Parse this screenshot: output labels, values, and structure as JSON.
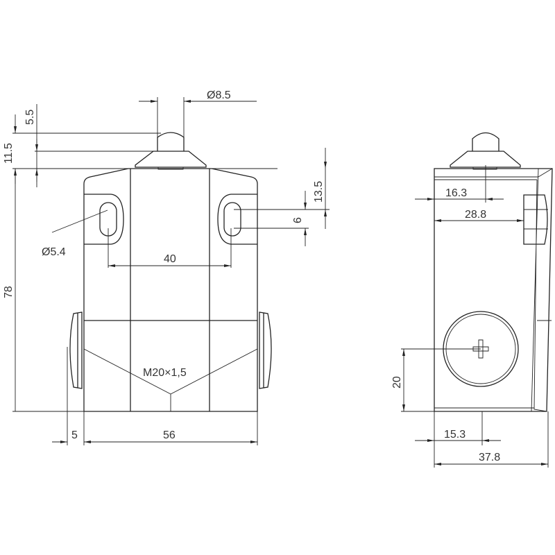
{
  "front_view": {
    "plunger_diameter": "Ø8.5",
    "plunger_travel": "5.5",
    "plunger_height": "11.5",
    "body_height": "78",
    "slot_offset": "13.5",
    "slot_length": "6",
    "slot_diameter": "Ø5.4",
    "slot_spacing": "40",
    "thread": "M20×1,5",
    "gland_protrusion": "5",
    "body_width": "56"
  },
  "side_view": {
    "plunger_offset": "16.3",
    "knob_offset": "28.8",
    "gland_height": "20",
    "gland_offset": "15.3",
    "body_depth": "37.8"
  }
}
